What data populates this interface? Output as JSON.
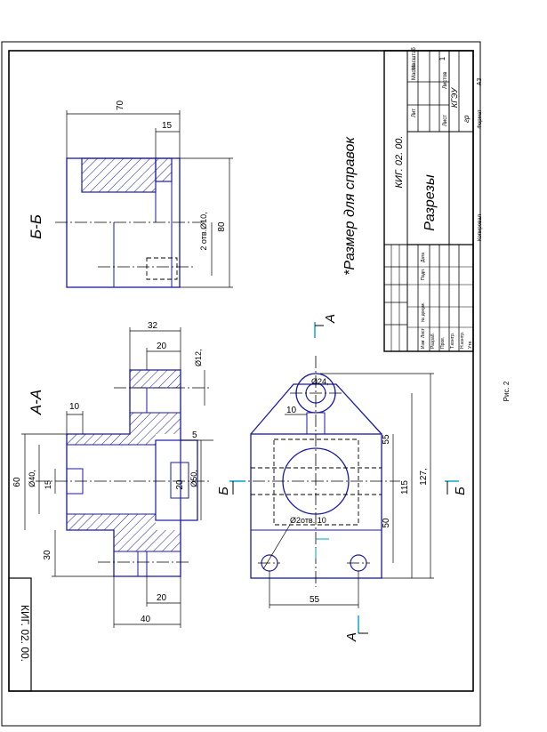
{
  "sections": {
    "bb_label": "Б-Б",
    "aa_label": "А-А"
  },
  "note": "*Размер для справок",
  "cut_labels": {
    "a_top": "А",
    "a_bottom": "А",
    "b_left": "Б",
    "b_right": "Б"
  },
  "dims_bb": {
    "d70": "70",
    "d15": "15",
    "d80": "80",
    "d2holes": "2 отв.Ø10,"
  },
  "dims_aa": {
    "d32": "32",
    "d20a": "20",
    "d12": "Ø12,",
    "d10": "10",
    "d5": "5",
    "d60": "60",
    "d40dia": "Ø40,",
    "d15": "15",
    "d20b": "20",
    "d50dia": "Ø50,",
    "d30": "30",
    "d20c": "20",
    "d40": "40"
  },
  "dims_plan": {
    "d24": "Ø24,",
    "d10": "10",
    "d55v": "55",
    "d115": "115",
    "d127": "127,",
    "d50": "50",
    "d2holes": "Ø2отв. 10",
    "d55h": "55"
  },
  "title_block": {
    "doc_code": "КИГ. 02. 00.",
    "title": "Разрезы",
    "lit": "Лит",
    "mass": "Масса",
    "scale": "Масштаб",
    "scale_val": "1",
    "sheet": "Лист",
    "sheets": "Листов",
    "org": "КГЭУ",
    "group": "гр",
    "copied": "Копировал",
    "format": "Формат",
    "format_val": "А3",
    "rows": [
      "Изм",
      "Лист",
      "№ докум.",
      "Подп.",
      "Дата",
      "Разраб.",
      "Пров.",
      "Т.контр.",
      "Н.контр.",
      "Утв."
    ]
  },
  "corner_code": "КИГ. 02. 00.",
  "page_caption": "Рис. 2"
}
